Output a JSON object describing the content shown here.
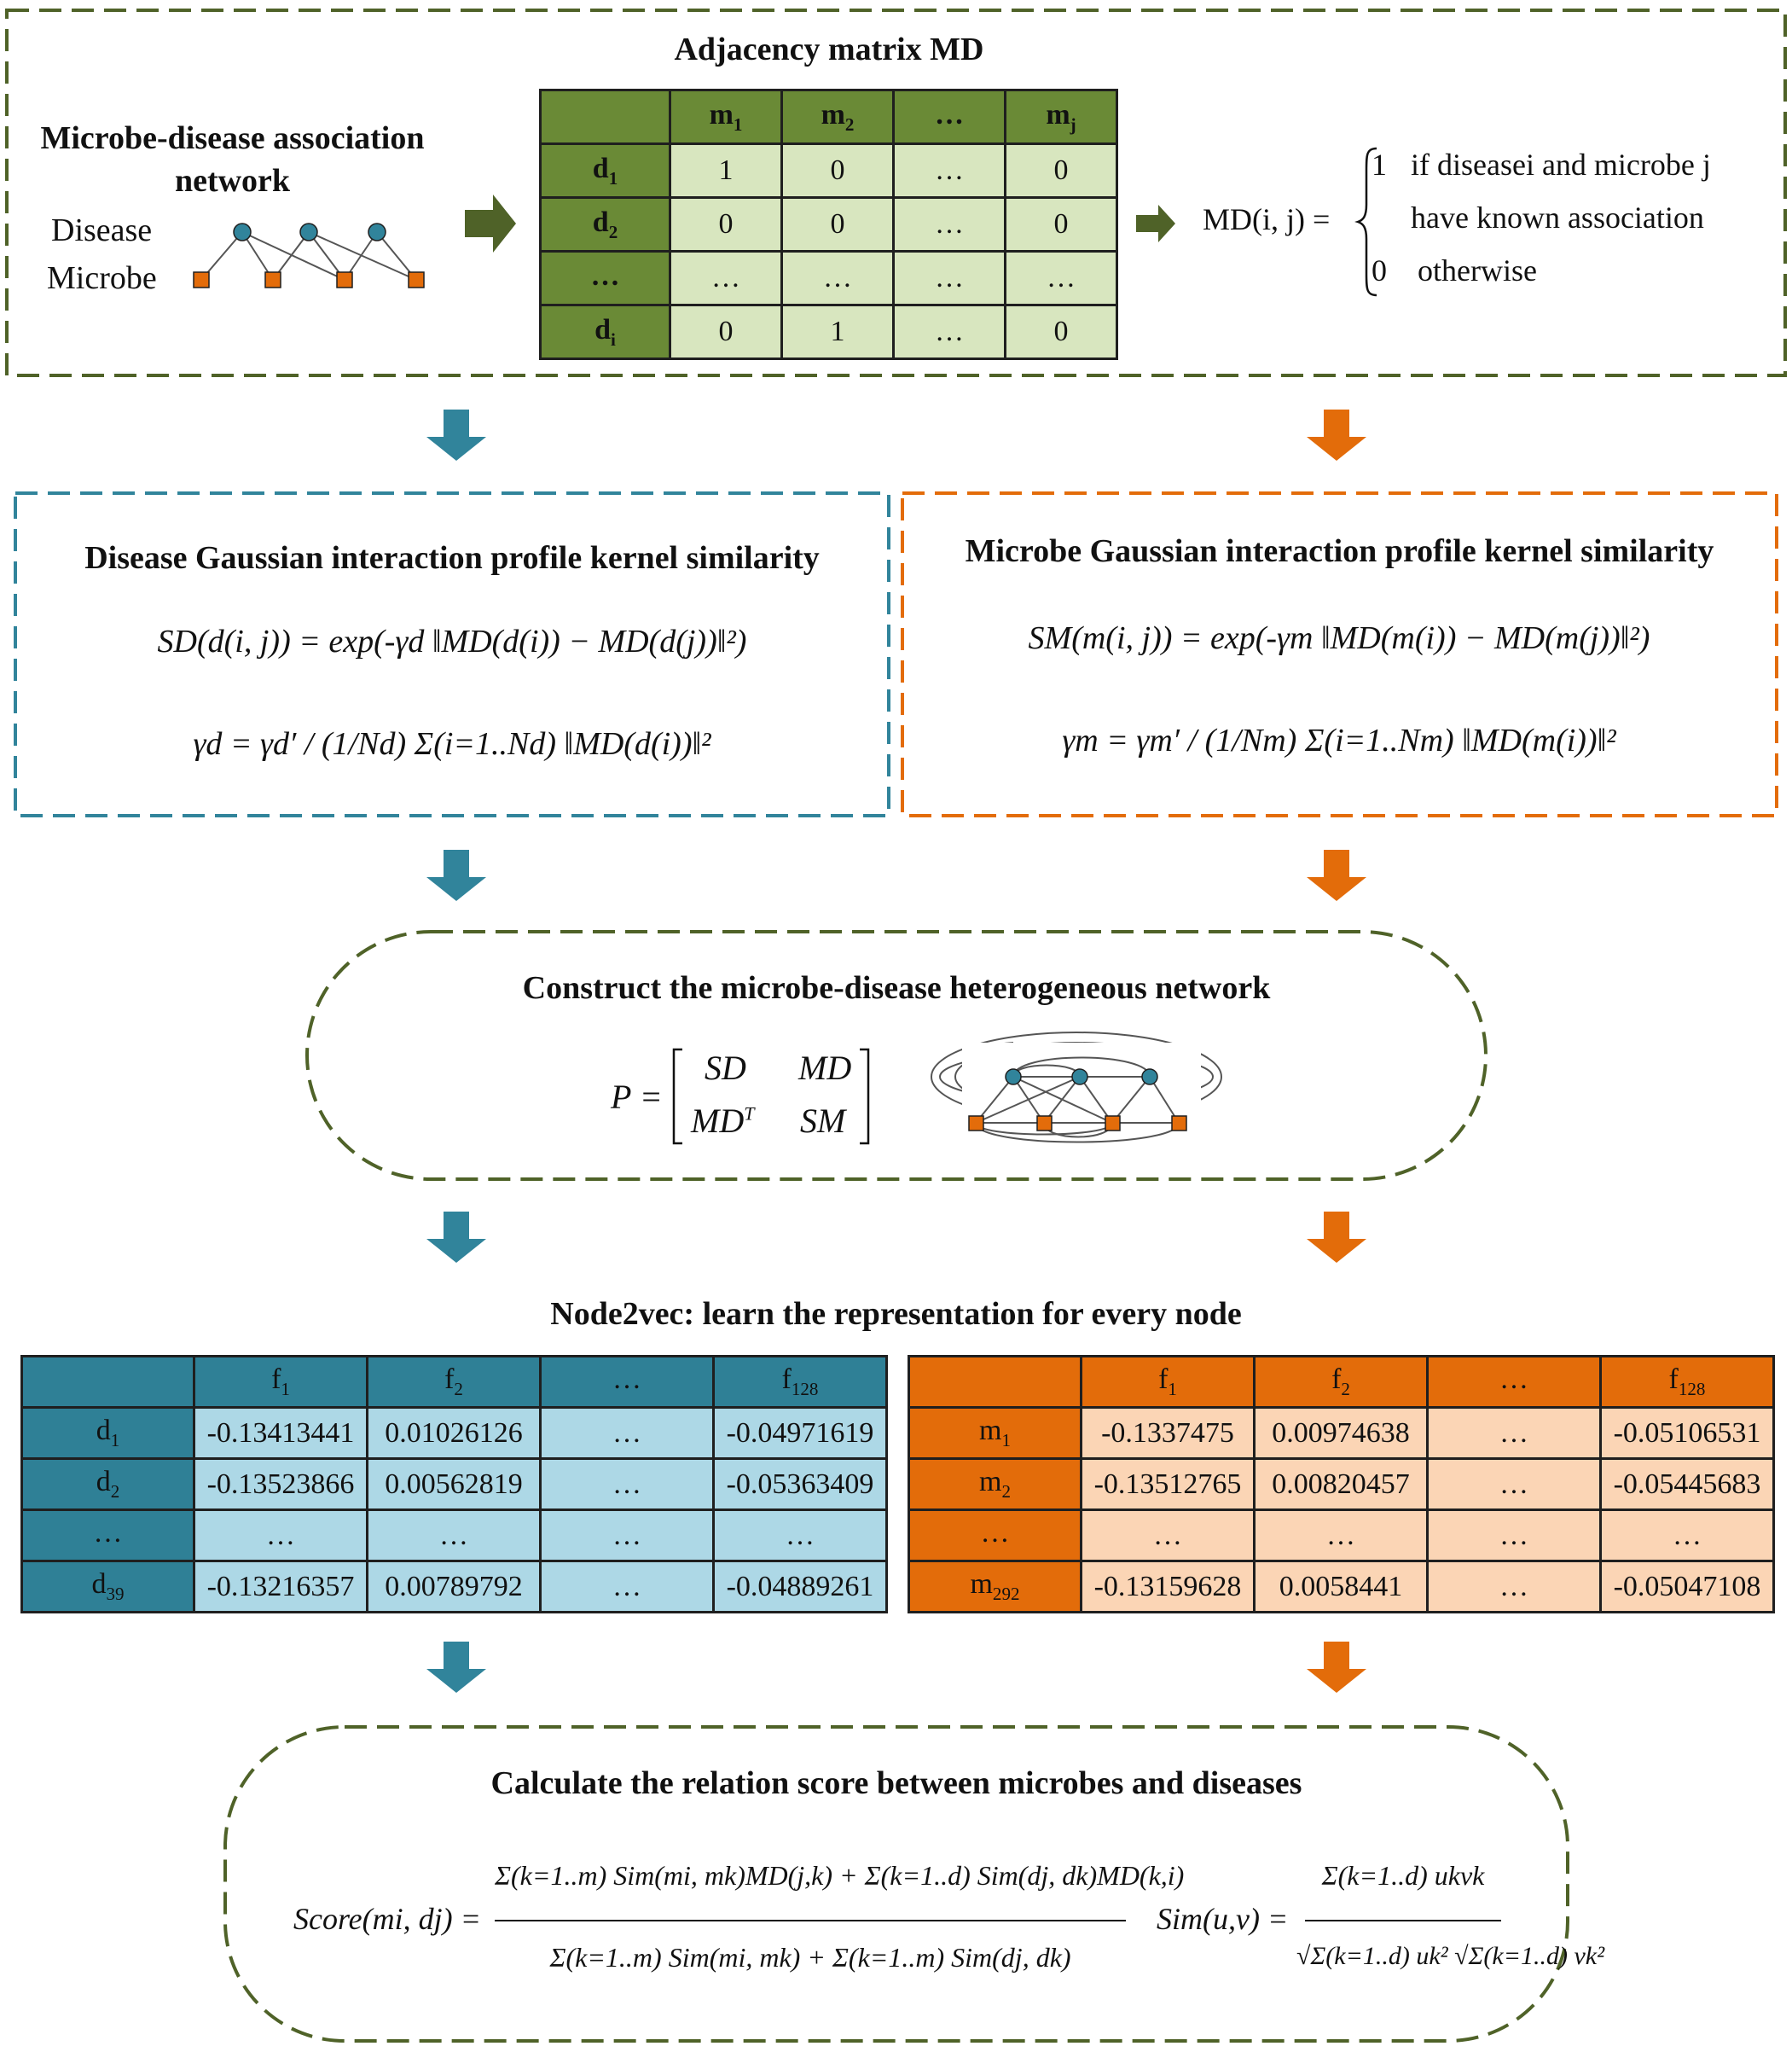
{
  "colors": {
    "green_dash": "#4f6228",
    "green_header": "#6a8a36",
    "green_cell": "#d8e6bf",
    "blue": "#31849b",
    "blue_cell": "#add8e6",
    "orange": "#e36c0a",
    "orange_cell": "#fbd5b5",
    "node_teal": "#31849b",
    "node_orange": "#e36c0a"
  },
  "section1": {
    "left_title_line1": "Microbe-disease association",
    "left_title_line2": "network",
    "disease_label": "Disease",
    "microbe_label": "Microbe",
    "matrix_title": "Adjacency matrix MD",
    "matrix": {
      "corner": "",
      "col_headers": [
        "m",
        "m",
        "…",
        "m"
      ],
      "col_subs": [
        "1",
        "2",
        "",
        "j"
      ],
      "row_headers": [
        "d",
        "d",
        "…",
        "d"
      ],
      "row_subs": [
        "1",
        "2",
        "",
        "i"
      ],
      "rows": [
        [
          "1",
          "0",
          "…",
          "0"
        ],
        [
          "0",
          "0",
          "…",
          "0"
        ],
        [
          "…",
          "…",
          "…",
          "…"
        ],
        [
          "0",
          "1",
          "…",
          "0"
        ]
      ]
    },
    "rule_lhs": "MD(i, j) =",
    "rule_case1_value": "1",
    "rule_case1_line1": "if diseasei and microbe j",
    "rule_case1_line2": "have known association",
    "rule_case2_value": "0",
    "rule_case2_text": "otherwise"
  },
  "section2": {
    "disease_title": "Disease Gaussian interaction profile kernel similarity",
    "disease_formula1": "SD(d(i, j)) = exp(-γd ‖MD(d(i)) − MD(d(j))‖²)",
    "disease_formula2": "γd = γd′ / (1/Nd) Σ(i=1..Nd) ‖MD(d(i))‖²",
    "microbe_title": "Microbe Gaussian interaction profile kernel similarity",
    "microbe_formula1": "SM(m(i, j)) = exp(-γm ‖MD(m(i)) − MD(m(j))‖²)",
    "microbe_formula2": "γm = γm′ / (1/Nm) Σ(i=1..Nm) ‖MD(m(i))‖²"
  },
  "section3": {
    "title": "Construct the microbe-disease heterogeneous network",
    "p_lhs": "P =",
    "p_11": "SD",
    "p_12": "MD",
    "p_21": "MD",
    "p_21_sup": "T",
    "p_22": "SM"
  },
  "section4": {
    "title": "Node2vec: learn the representation for every node",
    "disease_table": {
      "col_headers": [
        "f",
        "f",
        "…",
        "f"
      ],
      "col_subs": [
        "1",
        "2",
        "",
        "128"
      ],
      "row_headers": [
        "d",
        "d",
        "…",
        "d"
      ],
      "row_subs": [
        "1",
        "2",
        "",
        "39"
      ],
      "rows": [
        [
          "-0.13413441",
          "0.01026126",
          "…",
          "-0.04971619"
        ],
        [
          "-0.13523866",
          "0.00562819",
          "…",
          "-0.05363409"
        ],
        [
          "…",
          "…",
          "…",
          "…"
        ],
        [
          "-0.13216357",
          "0.00789792",
          "…",
          "-0.04889261"
        ]
      ]
    },
    "microbe_table": {
      "col_headers": [
        "f",
        "f",
        "…",
        "f"
      ],
      "col_subs": [
        "1",
        "2",
        "",
        "128"
      ],
      "row_headers": [
        "m",
        "m",
        "…",
        "m"
      ],
      "row_subs": [
        "1",
        "2",
        "",
        "292"
      ],
      "rows": [
        [
          "-0.1337475",
          "0.00974638",
          "…",
          "-0.05106531"
        ],
        [
          "-0.13512765",
          "0.00820457",
          "…",
          "-0.05445683"
        ],
        [
          "…",
          "…",
          "…",
          "…"
        ],
        [
          "-0.13159628",
          "0.0058441",
          "…",
          "-0.05047108"
        ]
      ]
    }
  },
  "section5": {
    "title": "Calculate the relation score between microbes and diseases",
    "score_lhs": "Score(mi, dj) =",
    "score_numerator": "Σ(k=1..m) Sim(mi, mk)MD(j,k) + Σ(k=1..d) Sim(dj, dk)MD(k,i)",
    "score_denominator": "Σ(k=1..m) Sim(mi, mk) + Σ(k=1..m) Sim(dj, dk)",
    "sim_lhs": "Sim(u,v) =",
    "sim_numerator": "Σ(k=1..d) ukvk",
    "sim_denominator": "√Σ(k=1..d) uk² √Σ(k=1..d) vk²"
  }
}
